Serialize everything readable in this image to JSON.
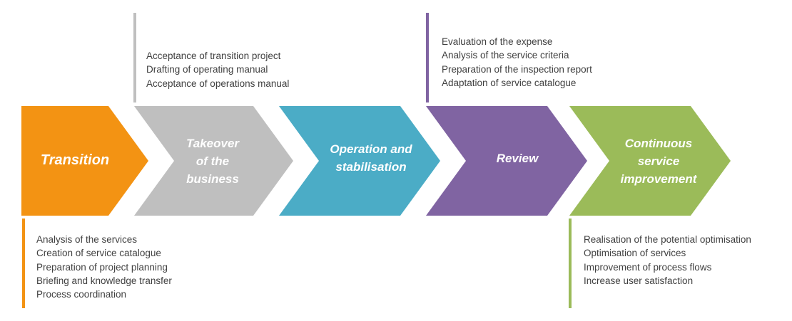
{
  "stages": [
    {
      "key": "transition",
      "label": "Transition",
      "color": "#F39313"
    },
    {
      "key": "takeover",
      "label": "Takeover\nof the\nbusiness",
      "color": "#BFBFBF"
    },
    {
      "key": "operation",
      "label": "Operation  and\nstabilisation",
      "color": "#4BACC6"
    },
    {
      "key": "review",
      "label": "Review",
      "color": "#8064A2"
    },
    {
      "key": "improvement",
      "label": "Continuous\nservice\nimprovement",
      "color": "#9BBB59"
    }
  ],
  "notes": {
    "transition": [
      "Analysis of the services",
      "Creation of service catalogue",
      "Preparation of project planning",
      "Briefing and knowledge transfer",
      "Process coordination"
    ],
    "takeover": [
      "Acceptance of transition project",
      "Drafting of operating manual",
      "Acceptance of operations manual"
    ],
    "review": [
      "Evaluation of the expense",
      "Analysis of the service criteria",
      "Preparation of the inspection report",
      "Adaptation of service catalogue"
    ],
    "improvement": [
      "Realisation of the potential optimisation",
      "Optimisation of services",
      "Improvement  of process flows",
      "Increase user satisfaction"
    ]
  }
}
